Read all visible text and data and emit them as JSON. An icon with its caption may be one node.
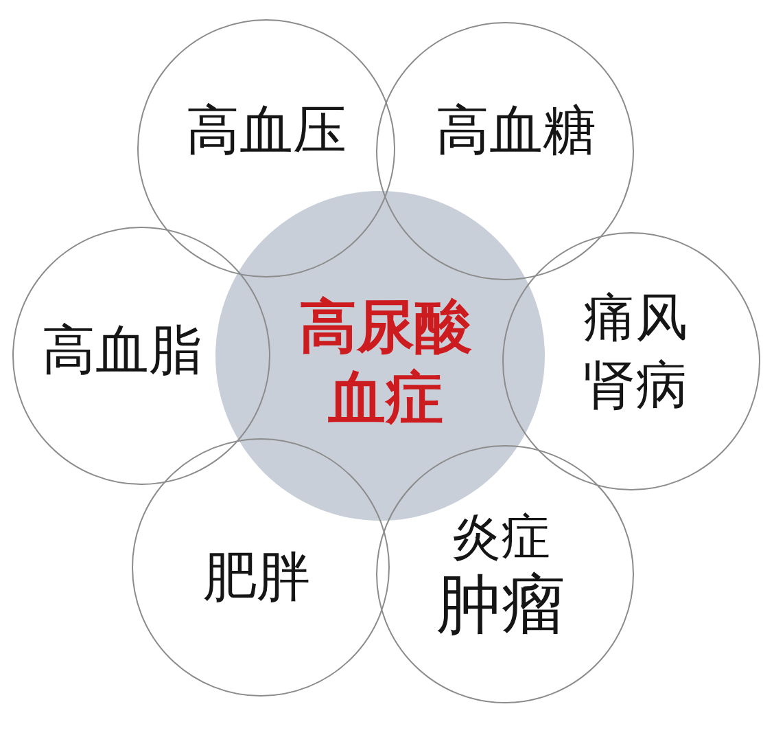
{
  "diagram": {
    "nodes": [
      {
        "text": [
          "高血压"
        ]
      },
      {
        "text": [
          "高血糖"
        ]
      },
      {
        "text": [
          "高血脂"
        ]
      },
      {
        "text": [
          "高尿酸血症"
        ]
      },
      {
        "text": [
          "痛风肾病"
        ]
      },
      {
        "text": [
          "肥胖"
        ]
      },
      {
        "text": [
          "炎症",
          "肿瘤"
        ]
      }
    ]
  }
}
